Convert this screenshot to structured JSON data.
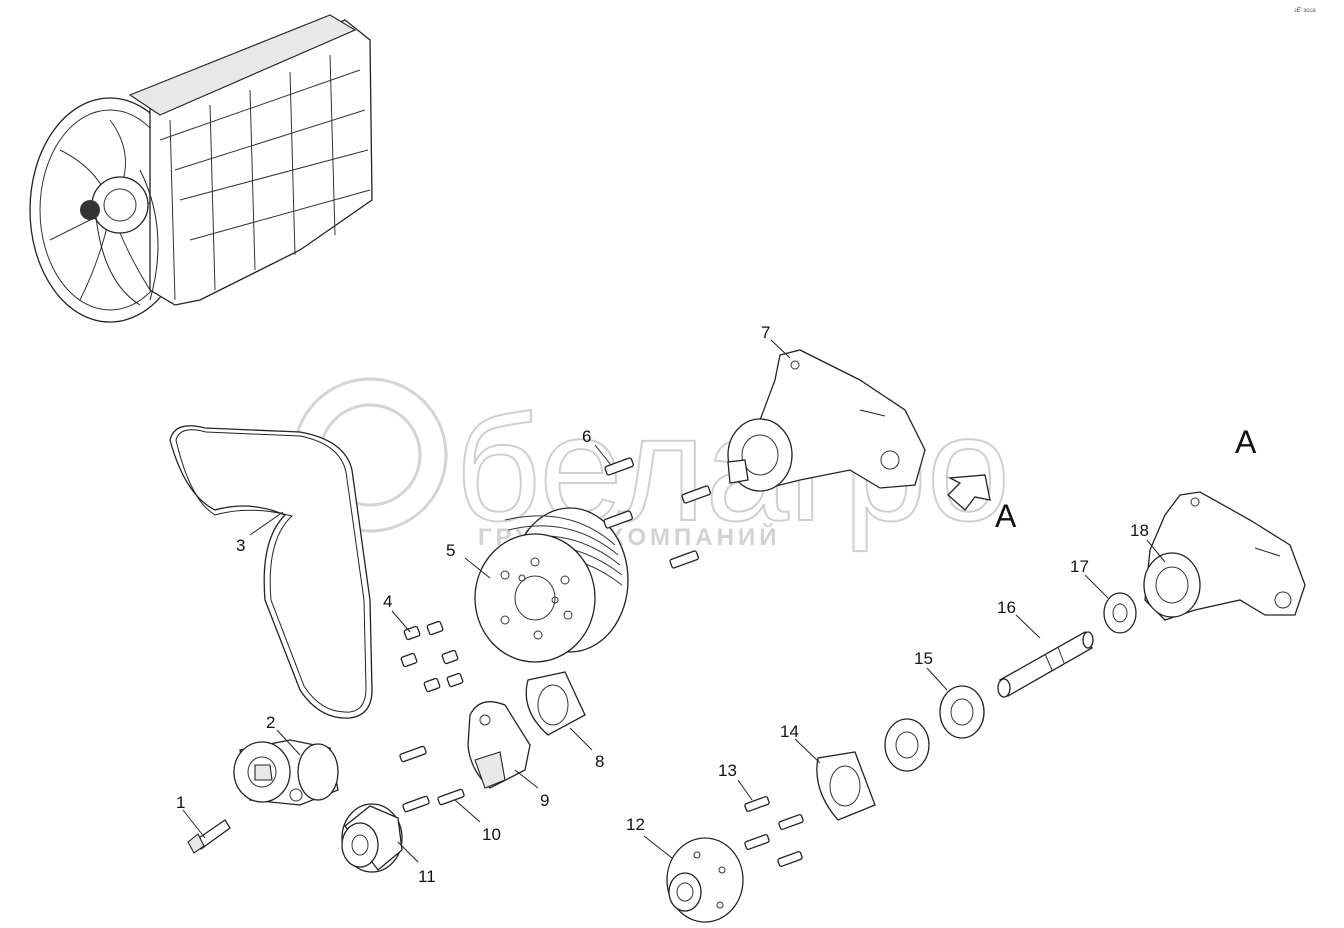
{
  "diagram": {
    "title": "",
    "corner_code": "зЁ’ зсса",
    "watermark": {
      "brand": "белагро",
      "subtitle": "ГРУППА КОМПАНИЙ"
    },
    "view_label_main": "A",
    "view_label_arrow": "A",
    "callouts": [
      "1",
      "2",
      "3",
      "4",
      "5",
      "6",
      "7",
      "8",
      "9",
      "10",
      "11",
      "12",
      "13",
      "14",
      "15",
      "16",
      "17",
      "18"
    ]
  }
}
